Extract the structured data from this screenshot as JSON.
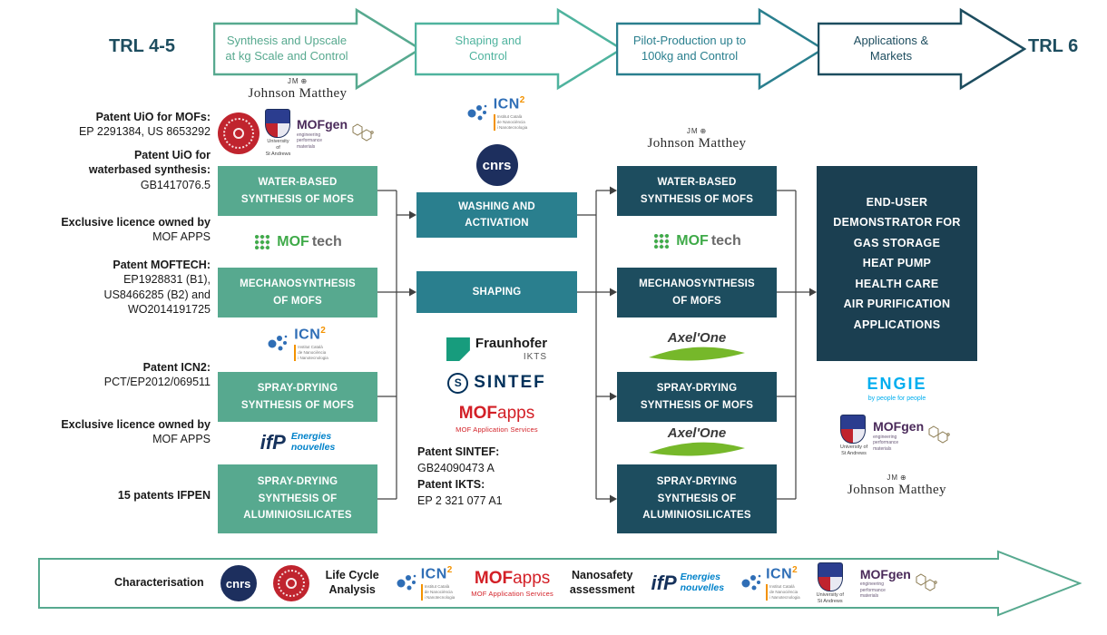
{
  "colors": {
    "green": "#57a98f",
    "green2": "#4fb39e",
    "teal": "#2a7f8e",
    "navy": "#1d4d5f",
    "navy_dark": "#1b3f51",
    "line": "#404040",
    "mofapps_red": "#d32027",
    "engie_blue": "#00aeef",
    "icn2_blue": "#2f6eb6",
    "icn2_orange": "#f39200",
    "cnrs_navy": "#1d2f5e",
    "uio_red": "#c0242e",
    "fraunhofer_green": "#179c7d",
    "axelone_green": "#76b82a",
    "moftech_green": "#3faa49",
    "ifp_navy": "#16325c",
    "ifp_blue": "#0082ca"
  },
  "header": {
    "trl_left": "TRL 4-5",
    "trl_right": "TRL 6",
    "stages": [
      {
        "label": "Synthesis and Upscale\nat kg Scale and Control"
      },
      {
        "label": "Shaping and\nControl"
      },
      {
        "label": "Pilot-Production up to\n100kg and Control"
      },
      {
        "label": "Applications &\nMarkets"
      }
    ]
  },
  "left_notes": [
    {
      "title": "Patent UiO for MOFs:",
      "body": "EP 2291384, US 8653292"
    },
    {
      "title": "Patent UiO for\nwaterbased synthesis:",
      "body": "GB1417076.5"
    },
    {
      "title": "Exclusive licence owned by",
      "body": "MOF APPS"
    },
    {
      "title": "Patent MOFTECH:",
      "body": "EP1928831 (B1),\nUS8466285 (B2) and\nWO2014191725"
    },
    {
      "title": "Patent ICN2:",
      "body": "PCT/EP2012/069511"
    },
    {
      "title": "Exclusive licence owned by",
      "body": "MOF APPS"
    },
    {
      "title": "15 patents IFPEN",
      "body": ""
    }
  ],
  "mid_notes": {
    "sintef_title": "Patent SINTEF:",
    "sintef_body": "GB24090473 A",
    "ikts_title": "Patent IKTS:",
    "ikts_body": "EP 2 321 077 A1"
  },
  "col1": {
    "boxes": [
      "WATER-BASED\nSYNTHESIS OF MOFS",
      "MECHANOSYNTHESIS\nOF MOFS",
      "SPRAY-DRYING\nSYNTHESIS OF MOFS",
      "SPRAY-DRYING\nSYNTHESIS OF\nALUMINIOSILICATES"
    ]
  },
  "col2": {
    "boxes": [
      "WASHING AND\nACTIVATION",
      "SHAPING"
    ]
  },
  "col3": {
    "boxes": [
      "WATER-BASED\nSYNTHESIS OF MOFS",
      "MECHANOSYNTHESIS\nOF MOFS",
      "SPRAY-DRYING\nSYNTHESIS OF MOFS",
      "SPRAY-DRYING\nSYNTHESIS OF\nALUMINIOSILICATES"
    ]
  },
  "end_user": {
    "label": "END-USER\nDEMONSTRATOR FOR\nGAS STORAGE\nHEAT PUMP\nHEALTH CARE\nAIR PURIFICATION\nAPPLICATIONS"
  },
  "logos": {
    "johnson_matthey": {
      "mark": "JM",
      "name": "Johnson Matthey"
    },
    "st_andrews": {
      "name": "University of\nSt Andrews"
    },
    "mofgen": {
      "name": "MOFgen",
      "tagline": "engineering\nperformance\nmaterials"
    },
    "moftech": {
      "mof": "MOF",
      "tech": "tech"
    },
    "icn2": {
      "icn": "ICN",
      "two": "2",
      "caption": "Institut Català\nde Nanociència\ni Nanotecnologia"
    },
    "cnrs": {
      "name": "cnrs"
    },
    "fraunhofer": {
      "name": "Fraunhofer",
      "sub": "IKTS"
    },
    "sintef": {
      "name": "SINTEF"
    },
    "mofapps": {
      "mof": "MOF",
      "apps": "apps",
      "caption": "MOF Application Services"
    },
    "axelone": {
      "name": "Axel'One"
    },
    "engie": {
      "name": "ENGIE",
      "tagline": "by people for people"
    },
    "ifp": {
      "name": "ifP",
      "sub1": "Energies",
      "sub2": "nouvelles"
    }
  },
  "icons": {
    "jm_symbol": "⊕",
    "sintef_s": "S"
  },
  "bottom": {
    "items": [
      {
        "label": "Characterisation"
      },
      {
        "label": "Life Cycle\nAnalysis"
      },
      {
        "label": "Nanosafety\nassessment"
      }
    ]
  }
}
